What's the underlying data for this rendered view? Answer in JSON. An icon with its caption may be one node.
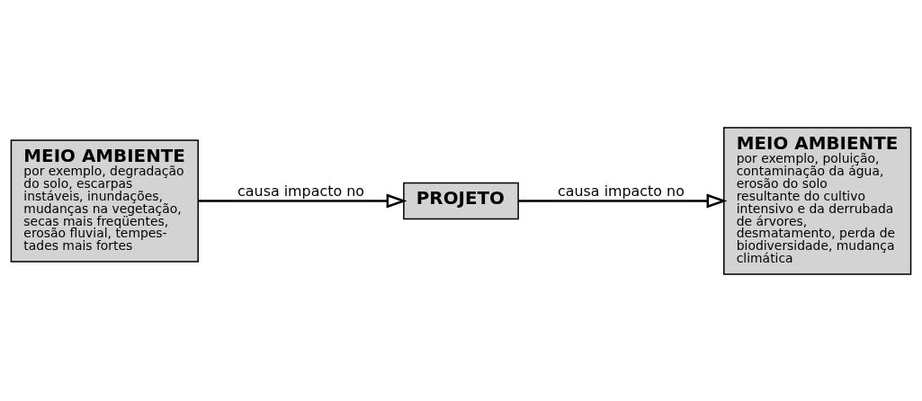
{
  "diagram": {
    "nodes": [
      {
        "text": [
          "MEIO AMBIENTE",
          "por exemplo, degradação do solo, escarpas instáveis, inundações, mudanças na vegetação, secas mais freqüentes, erosão fluvial, tempes- tades mais fortes"
        ]
      },
      {
        "text": [
          "PROJETO"
        ]
      },
      {
        "text": [
          "MEIO AMBIENTE",
          "por exemplo, poluição, contaminação da água, erosão do solo resultante do cultivo intensivo e da derrubada de árvores, desmatamento, perda de biodiversidade, mudança climática"
        ]
      }
    ],
    "edges": [
      {
        "from": 0,
        "to": 1,
        "arrow": "to",
        "label": "causa impacto no"
      },
      {
        "from": 1,
        "to": 2,
        "arrow": "to",
        "label": "causa impacto no"
      }
    ]
  }
}
